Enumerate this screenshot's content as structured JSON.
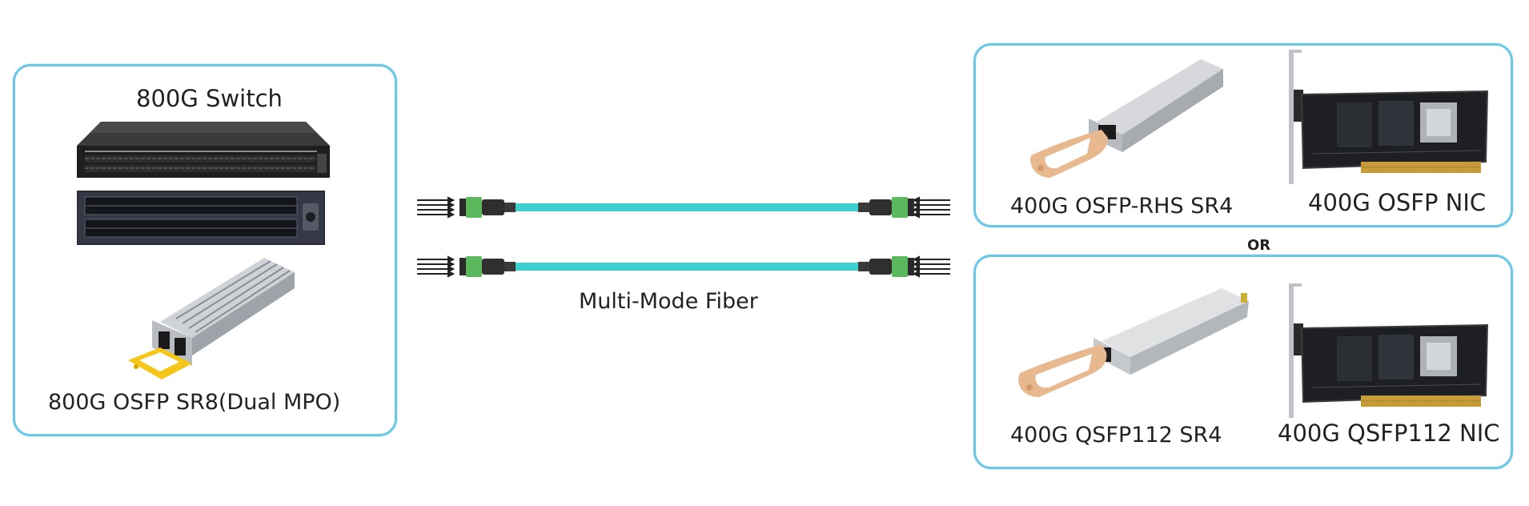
{
  "left_panel": {
    "switch_label": "800G Switch",
    "transceiver_label": "800G OSFP SR8(Dual MPO)"
  },
  "cable": {
    "label": "Multi-Mode Fiber"
  },
  "right_top_panel": {
    "transceiver_label": "400G OSFP-RHS SR4",
    "nic_label": "400G OSFP NIC"
  },
  "separator": {
    "label": "OR"
  },
  "right_bottom_panel": {
    "transceiver_label": "400G QSFP112 SR4",
    "nic_label": "400G QSFP112 NIC"
  },
  "colors": {
    "panel_border": "#6cc6e6",
    "fiber": "#3ed0cf",
    "connector_green": "#5cb85c",
    "pull_tab_yellow": "#f5c518",
    "pull_tab_beige": "#e8b98f"
  }
}
